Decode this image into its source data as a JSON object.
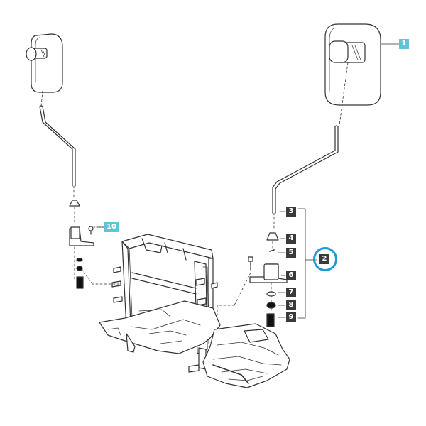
{
  "colors": {
    "line": "#333333",
    "callout_dark": "#3a3a3a",
    "callout_cyan": "#5fc4d6",
    "highlight": "#1a9bd7"
  },
  "callouts": {
    "c1": "1",
    "c2": "2",
    "c3": "3",
    "c4": "4",
    "c5": "5",
    "c6": "6",
    "c7": "7",
    "c8": "8",
    "c9": "9",
    "c10": "10"
  }
}
